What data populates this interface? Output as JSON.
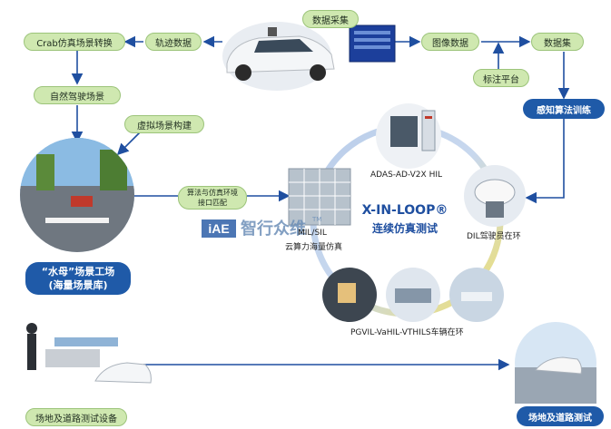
{
  "labels": {
    "data_collection": "数据采集",
    "crab_convert": "Crab仿真场景转换",
    "track_data": "轨迹数据",
    "image_data": "图像数据",
    "dataset": "数据集",
    "annotation_platform": "标注平台",
    "natural_scene": "自然驾驶场景",
    "virtual_scene": "虚拟场景构建",
    "perception_training": "感知算法训练",
    "interface_match": "算法与仿真环境\n接口匹配",
    "adas_hil": "ADAS-AD-V2X HIL",
    "x_in_loop": "X-IN-LOOP®",
    "continuous_sim": "连续仿真测试",
    "dil": "DIL驾驶员在环",
    "mil_sil": "MIL/SIL",
    "cloud_sim": "云算力海量仿真",
    "jellyfish_factory": "“水母”场景工场\n(海量场景库)",
    "pgvil": "PGVIL-VaHIL-VTHILS车辆在环",
    "field_equipment": "场地及道路测试设备",
    "field_road_test": "场地及道路测试"
  },
  "watermark": {
    "logo": "iAE",
    "text": "智行众维",
    "tm": "TM"
  },
  "colors": {
    "green_fill": "#cfe8b0",
    "blue_fill": "#1f5aa8",
    "arrow": "#1f4fa0",
    "loop_yellow": "#f1e06a",
    "loop_blue": "#b9cdea"
  }
}
